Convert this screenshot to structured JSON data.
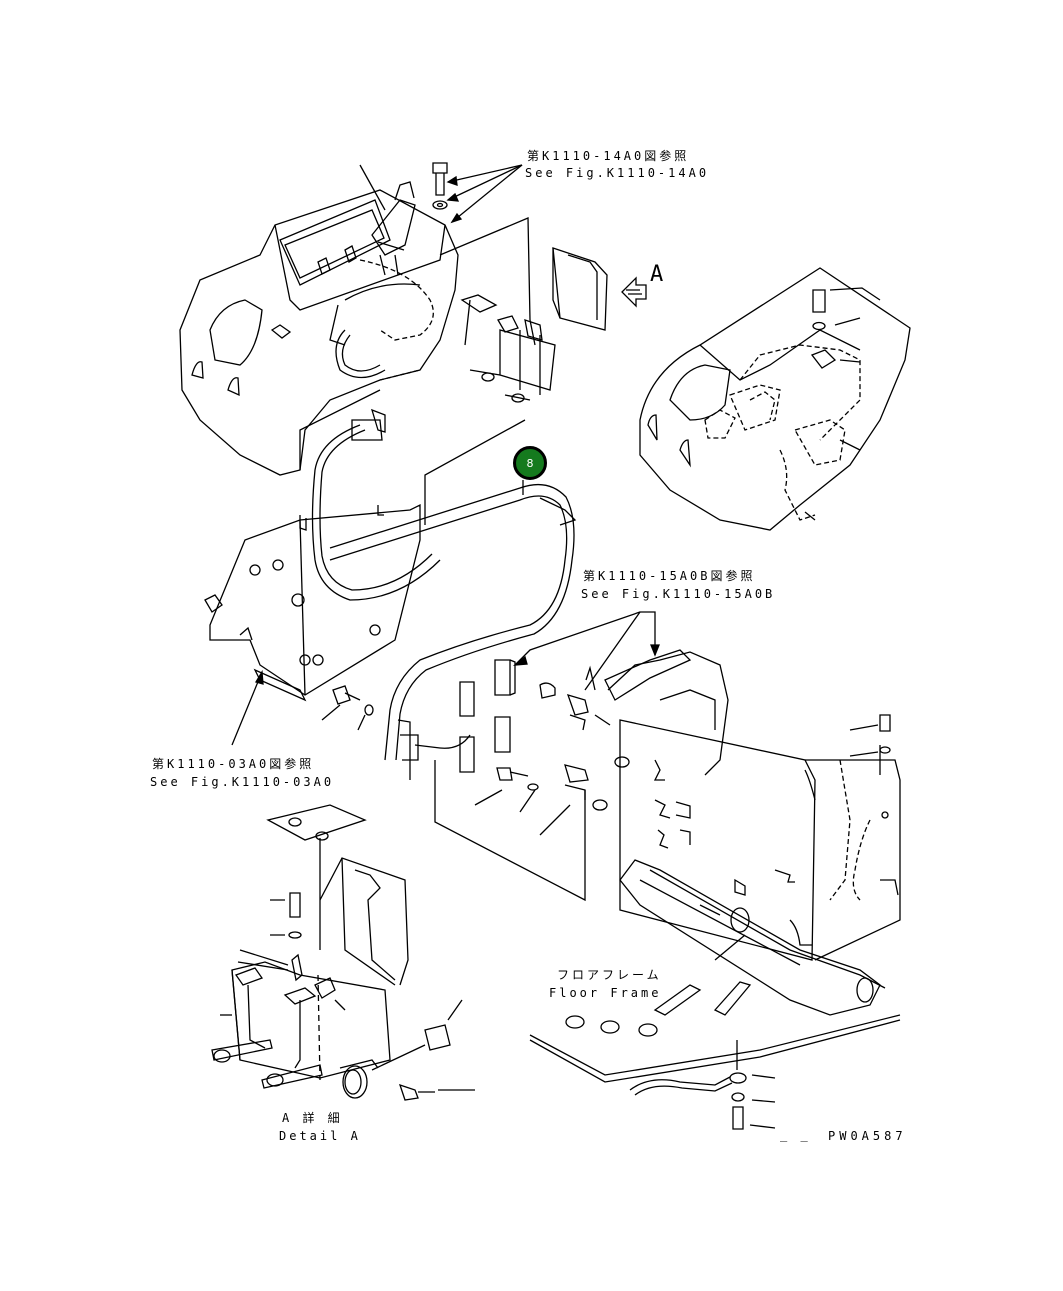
{
  "refs": {
    "k1110_14a0_jp": "第K1110-14A0図参照",
    "k1110_14a0_en": "See Fig.K1110-14A0",
    "k1110_15a0b_jp": "第K1110-15A0B図参照",
    "k1110_15a0b_en": "See Fig.K1110-15A0B",
    "k1110_03a0_jp": "第K1110-03A0図参照",
    "k1110_03a0_en": "See Fig.K1110-03A0"
  },
  "view_arrow_label": "A",
  "floor_frame_jp": "フロアフレーム",
  "floor_frame_en": "Floor Frame",
  "detail_jp": "A 詳 細",
  "detail_en": "Detail A",
  "drawing_code": "PW0A587",
  "dash_mark": "_ _",
  "hotspot": {
    "label": "8",
    "color": "#157a1e"
  }
}
